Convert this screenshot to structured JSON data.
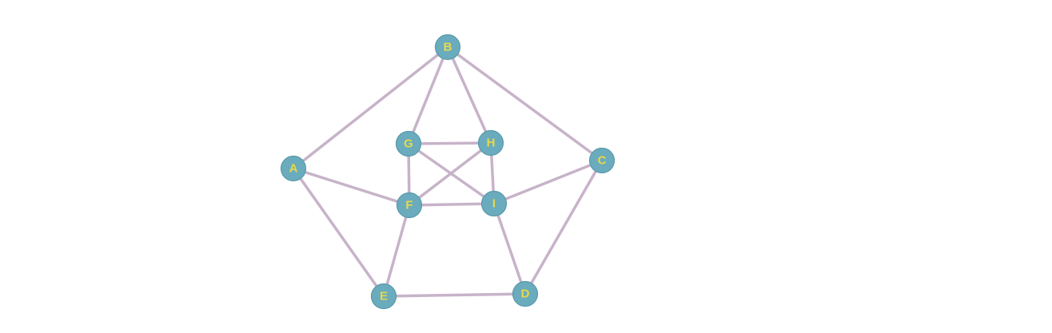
{
  "graph": {
    "nodes": [
      {
        "id": "A",
        "label": "A"
      },
      {
        "id": "B",
        "label": "B"
      },
      {
        "id": "C",
        "label": "C"
      },
      {
        "id": "D",
        "label": "D"
      },
      {
        "id": "E",
        "label": "E"
      },
      {
        "id": "F",
        "label": "F"
      },
      {
        "id": "G",
        "label": "G"
      },
      {
        "id": "H",
        "label": "H"
      },
      {
        "id": "I",
        "label": "I"
      }
    ],
    "edges": [
      [
        "A",
        "B"
      ],
      [
        "B",
        "C"
      ],
      [
        "C",
        "D"
      ],
      [
        "D",
        "E"
      ],
      [
        "E",
        "A"
      ],
      [
        "B",
        "G"
      ],
      [
        "B",
        "H"
      ],
      [
        "A",
        "F"
      ],
      [
        "E",
        "F"
      ],
      [
        "C",
        "I"
      ],
      [
        "D",
        "I"
      ],
      [
        "G",
        "H"
      ],
      [
        "G",
        "F"
      ],
      [
        "G",
        "I"
      ],
      [
        "H",
        "F"
      ],
      [
        "H",
        "I"
      ],
      [
        "F",
        "I"
      ]
    ]
  },
  "colors": {
    "node_fill": "#6aacbd",
    "node_stroke": "#5a9aab",
    "label": "#e8d84a",
    "edge": "#c7b3c9"
  }
}
